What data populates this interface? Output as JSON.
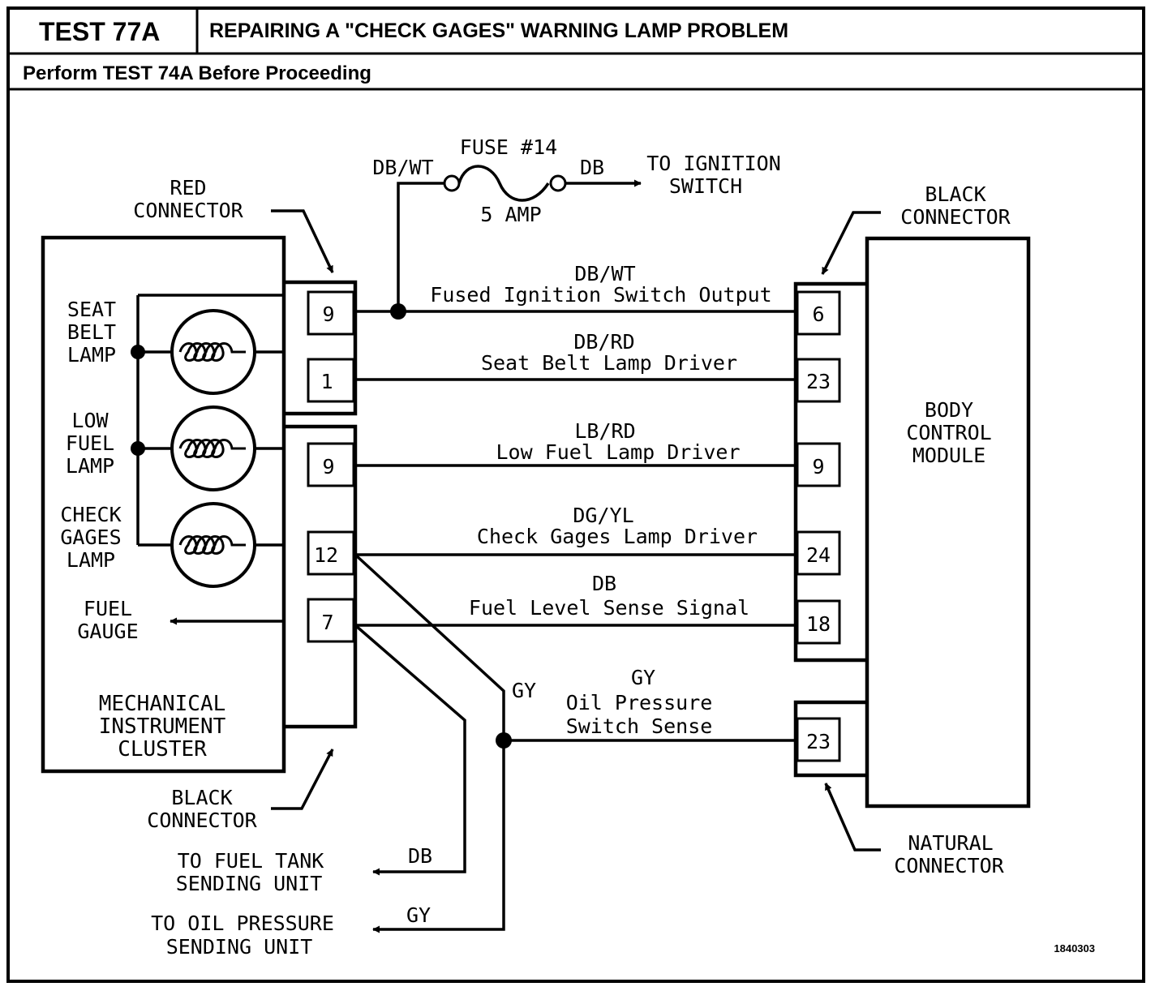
{
  "header": {
    "test_id": "TEST 77A",
    "title": "REPAIRING A \"CHECK GAGES\" WARNING LAMP PROBLEM",
    "note": "Perform TEST 74A Before Proceeding"
  },
  "fuse": {
    "name": "FUSE #14",
    "rating": "5 AMP",
    "in_wire": "DB/WT",
    "out_wire": "DB",
    "dest_line1": "TO IGNITION",
    "dest_line2": "SWITCH"
  },
  "cluster": {
    "line1": "MECHANICAL",
    "line2": "INSTRUMENT",
    "line3": "CLUSTER",
    "lamps": [
      {
        "line1": "SEAT",
        "line2": "BELT",
        "line3": "LAMP"
      },
      {
        "line1": "LOW",
        "line2": "FUEL",
        "line3": "LAMP"
      },
      {
        "line1": "CHECK",
        "line2": "GAGES",
        "line3": "LAMP"
      }
    ],
    "gauge_line1": "FUEL",
    "gauge_line2": "GAUGE"
  },
  "connectors": {
    "red_line1": "RED",
    "red_line2": "CONNECTOR",
    "black_left_line1": "BLACK",
    "black_left_line2": "CONNECTOR",
    "black_right_line1": "BLACK",
    "black_right_line2": "CONNECTOR",
    "natural_line1": "NATURAL",
    "natural_line2": "CONNECTOR"
  },
  "bcm": {
    "line1": "BODY",
    "line2": "CONTROL",
    "line3": "MODULE"
  },
  "circuits": [
    {
      "left_pin": "9",
      "right_pin": "6",
      "color": "DB/WT",
      "desc": "Fused Ignition Switch Output"
    },
    {
      "left_pin": "1",
      "right_pin": "23",
      "color": "DB/RD",
      "desc": "Seat Belt Lamp Driver"
    },
    {
      "left_pin": "9",
      "right_pin": "9",
      "color": "LB/RD",
      "desc": "Low Fuel Lamp Driver"
    },
    {
      "left_pin": "12",
      "right_pin": "24",
      "color": "DG/YL",
      "desc": "Check Gages Lamp Driver"
    },
    {
      "left_pin": "7",
      "right_pin": "18",
      "color": "DB",
      "desc": "Fuel Level Sense Signal"
    }
  ],
  "oil_circuit": {
    "color": "GY",
    "desc_line1": "Oil Pressure",
    "desc_line2": "Switch Sense",
    "right_pin": "23",
    "branch_color": "GY"
  },
  "destinations": {
    "fuel_tank_line1": "TO FUEL TANK",
    "fuel_tank_line2": "SENDING UNIT",
    "fuel_tank_wire": "DB",
    "oil_line1": "TO OIL PRESSURE",
    "oil_line2": "SENDING UNIT",
    "oil_wire": "GY"
  },
  "figure_id": "1840303"
}
